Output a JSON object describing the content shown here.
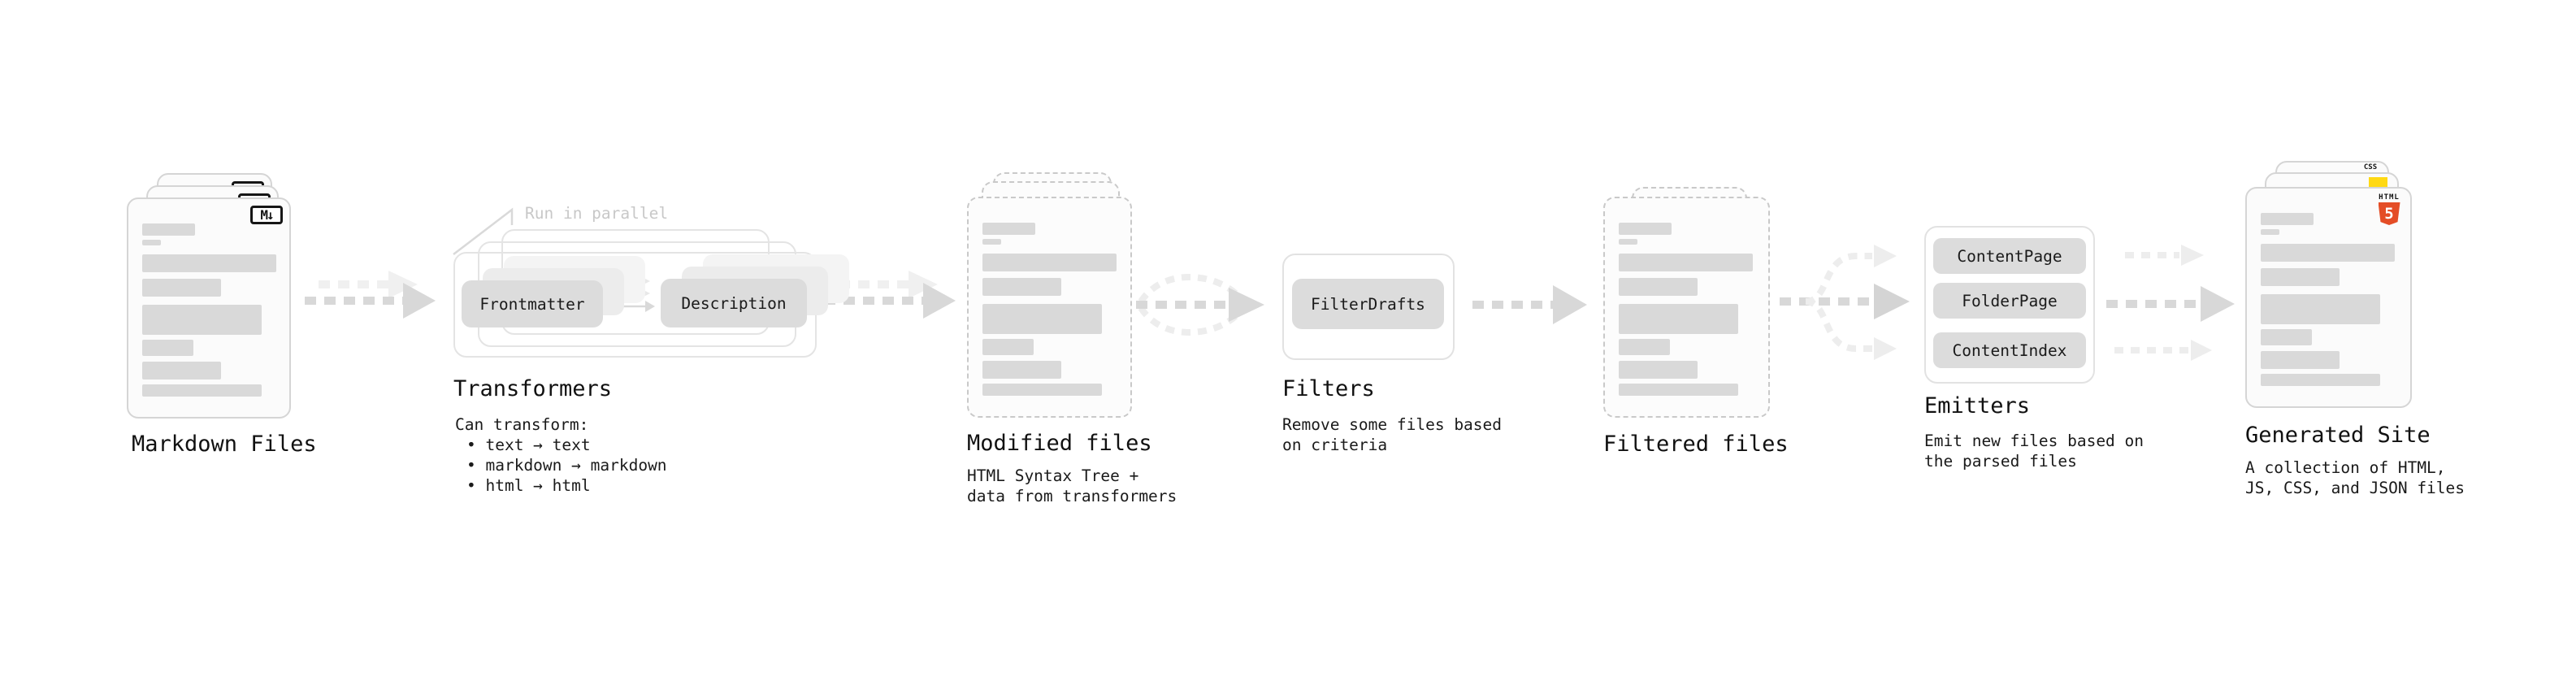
{
  "colors": {
    "html5_orange": "#e44d26",
    "js_yellow": "#ffd913",
    "css_blue": "#2965f1"
  },
  "stages": {
    "markdown_files": {
      "title": "Markdown Files",
      "badge": "M↓"
    },
    "transformers": {
      "title": "Transformers",
      "note": "Run in parallel",
      "source_button": "Frontmatter",
      "target_button": "Description",
      "caption_heading": "Can transform:",
      "bullets": [
        "text → text",
        "markdown → markdown",
        "html → html"
      ]
    },
    "modified_files": {
      "title": "Modified files",
      "caption": [
        "HTML Syntax Tree +",
        "data from transformers"
      ]
    },
    "filters": {
      "title": "Filters",
      "button": "FilterDrafts",
      "caption": [
        "Remove some files based",
        "on criteria"
      ]
    },
    "filtered_files": {
      "title": "Filtered files"
    },
    "emitters": {
      "title": "Emitters",
      "buttons": [
        "ContentPage",
        "FolderPage",
        "ContentIndex"
      ],
      "caption": [
        "Emit new files based on",
        "the parsed files"
      ]
    },
    "generated_site": {
      "title": "Generated Site",
      "caption": [
        "A collection of HTML,",
        "JS, CSS, and JSON files"
      ],
      "badges": {
        "css_label": "CSS",
        "html_label": "HTML",
        "html_number": "5"
      }
    }
  }
}
